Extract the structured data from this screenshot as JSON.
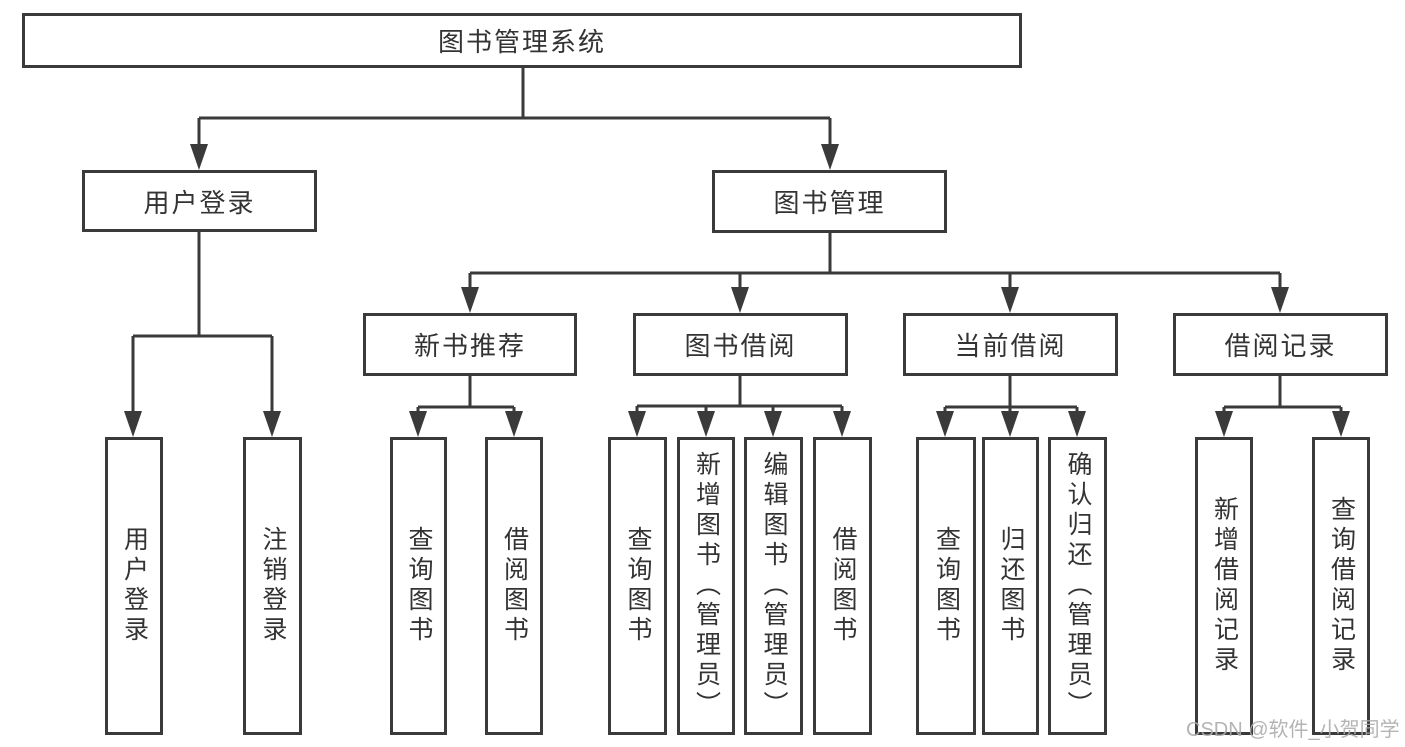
{
  "nodes": {
    "root": "图书管理系统",
    "level2": [
      "用户登录",
      "图书管理"
    ],
    "level3": [
      "新书推荐",
      "图书借阅",
      "当前借阅",
      "借阅记录"
    ],
    "leaves": [
      "用户登录",
      "注销登录",
      "查询图书",
      "借阅图书",
      "查询图书",
      "新增图书（管理员）",
      "编辑图书（管理员）",
      "借阅图书",
      "查询图书",
      "归还图书",
      "确认归还（管理员）",
      "新增借阅记录",
      "查询借阅记录"
    ]
  },
  "watermark": {
    "text": "CSDN @软件_小贺同学",
    "color": "#acacac"
  },
  "colors": {
    "line": "#3a3a3a",
    "text": "#333333",
    "background": "#ffffff"
  }
}
